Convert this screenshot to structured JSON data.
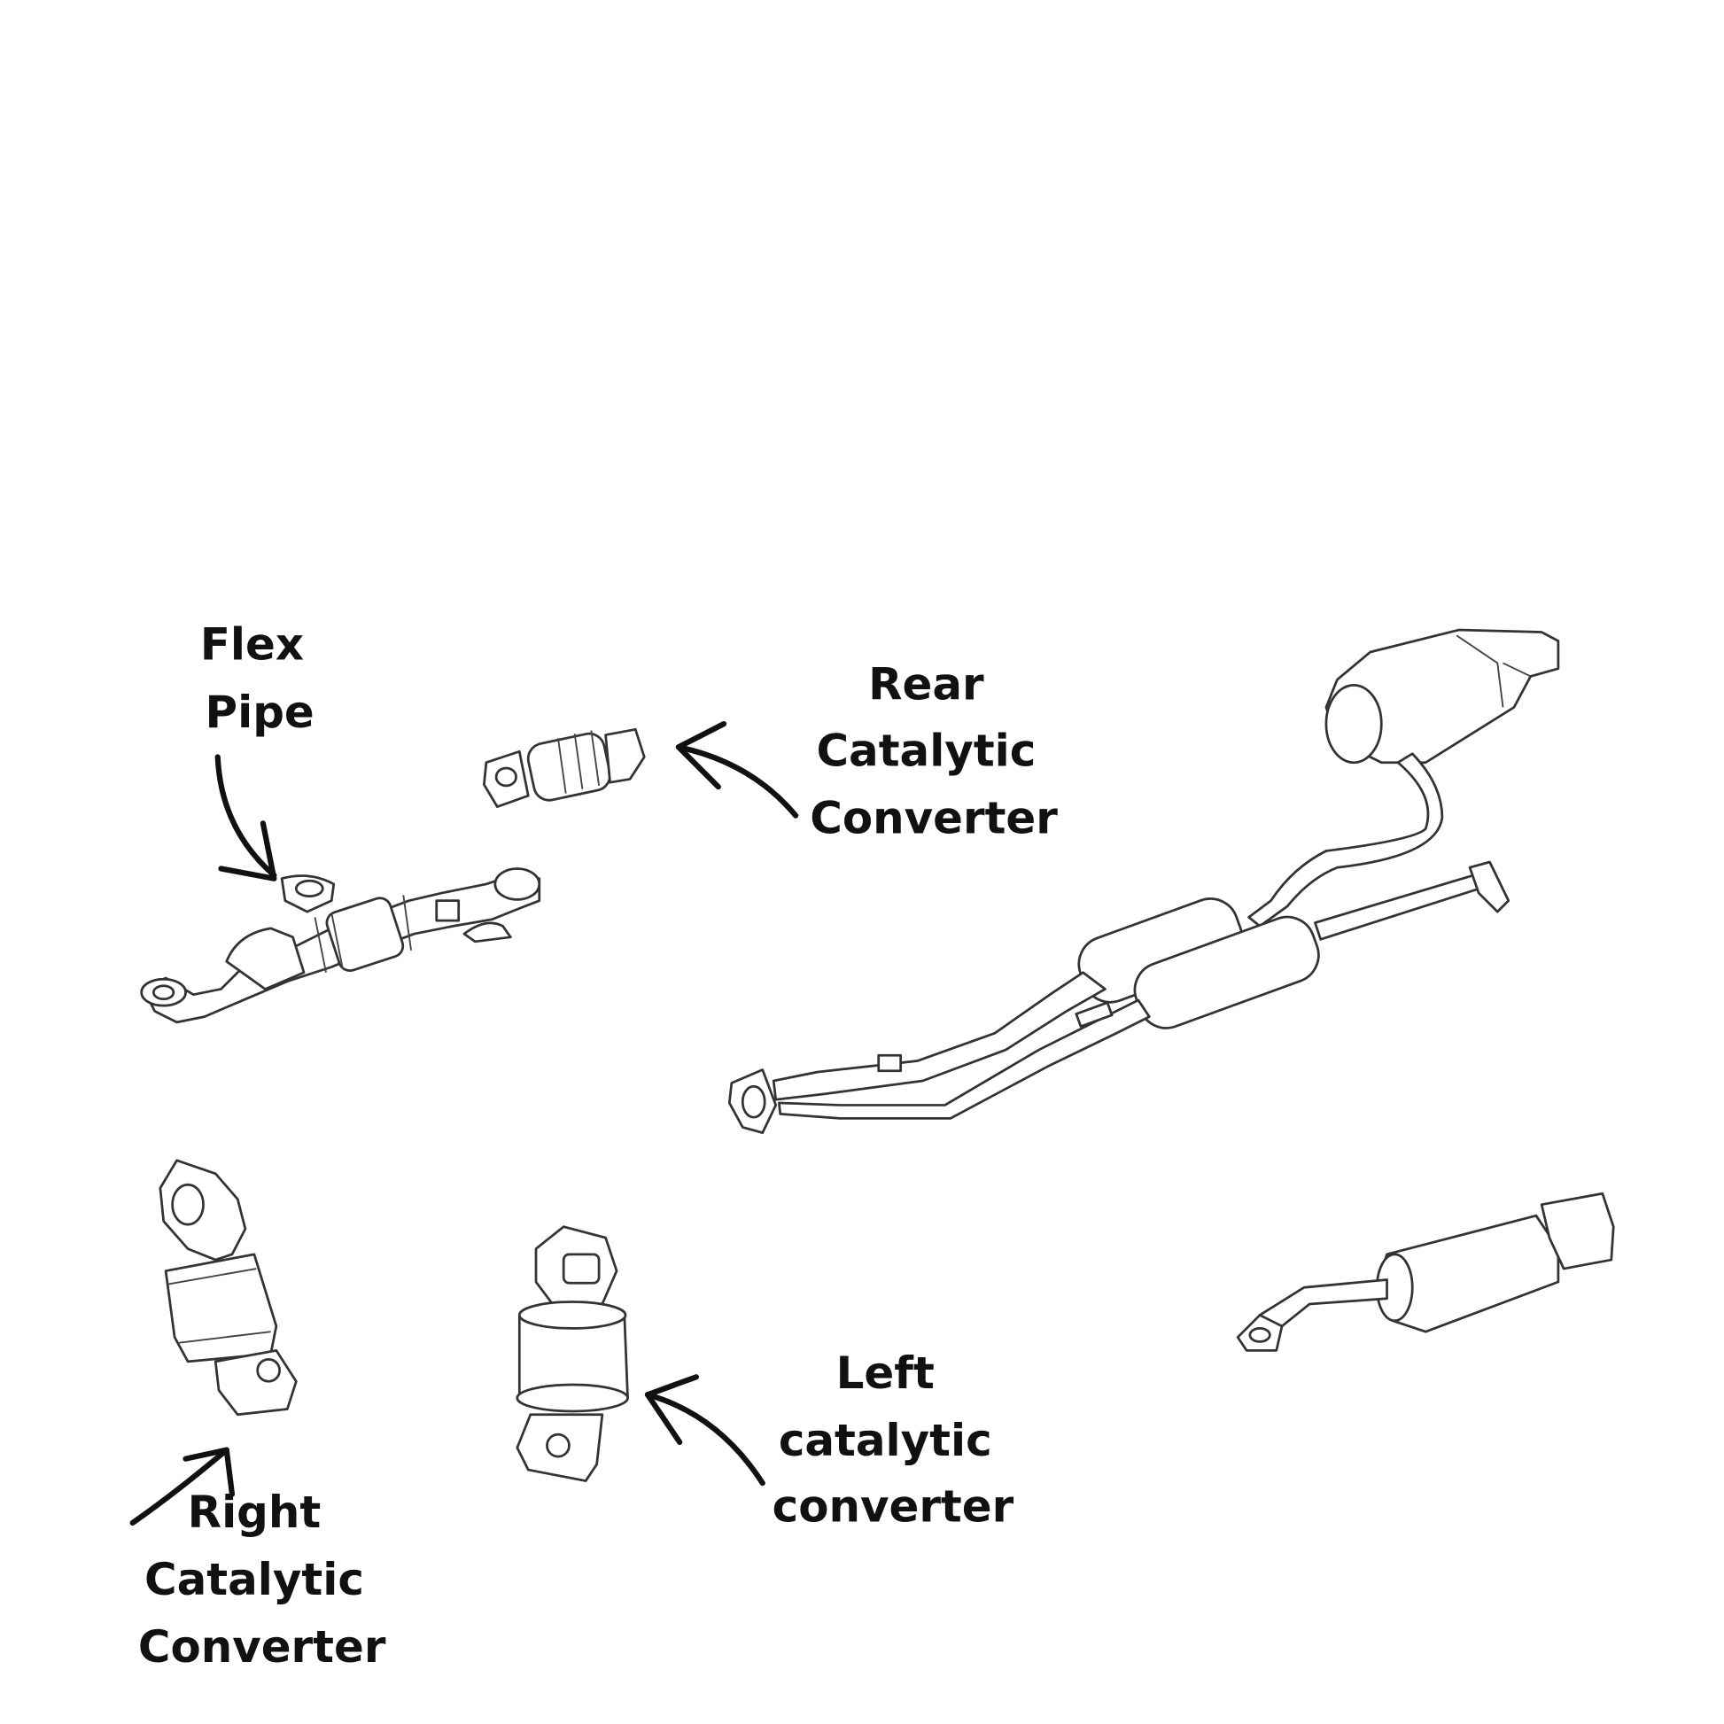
{
  "labels": {
    "flex_pipe": [
      "Flex",
      "Pipe"
    ],
    "rear_cat": [
      "Rear",
      "Catalytic",
      "Converter"
    ],
    "left_cat": [
      "Left",
      "catalytic",
      "converter"
    ],
    "right_cat": [
      "Right",
      "Catalytic",
      "Converter"
    ]
  },
  "colors": {
    "text": "#111111",
    "line": "#333333",
    "background": "#ffffff"
  }
}
